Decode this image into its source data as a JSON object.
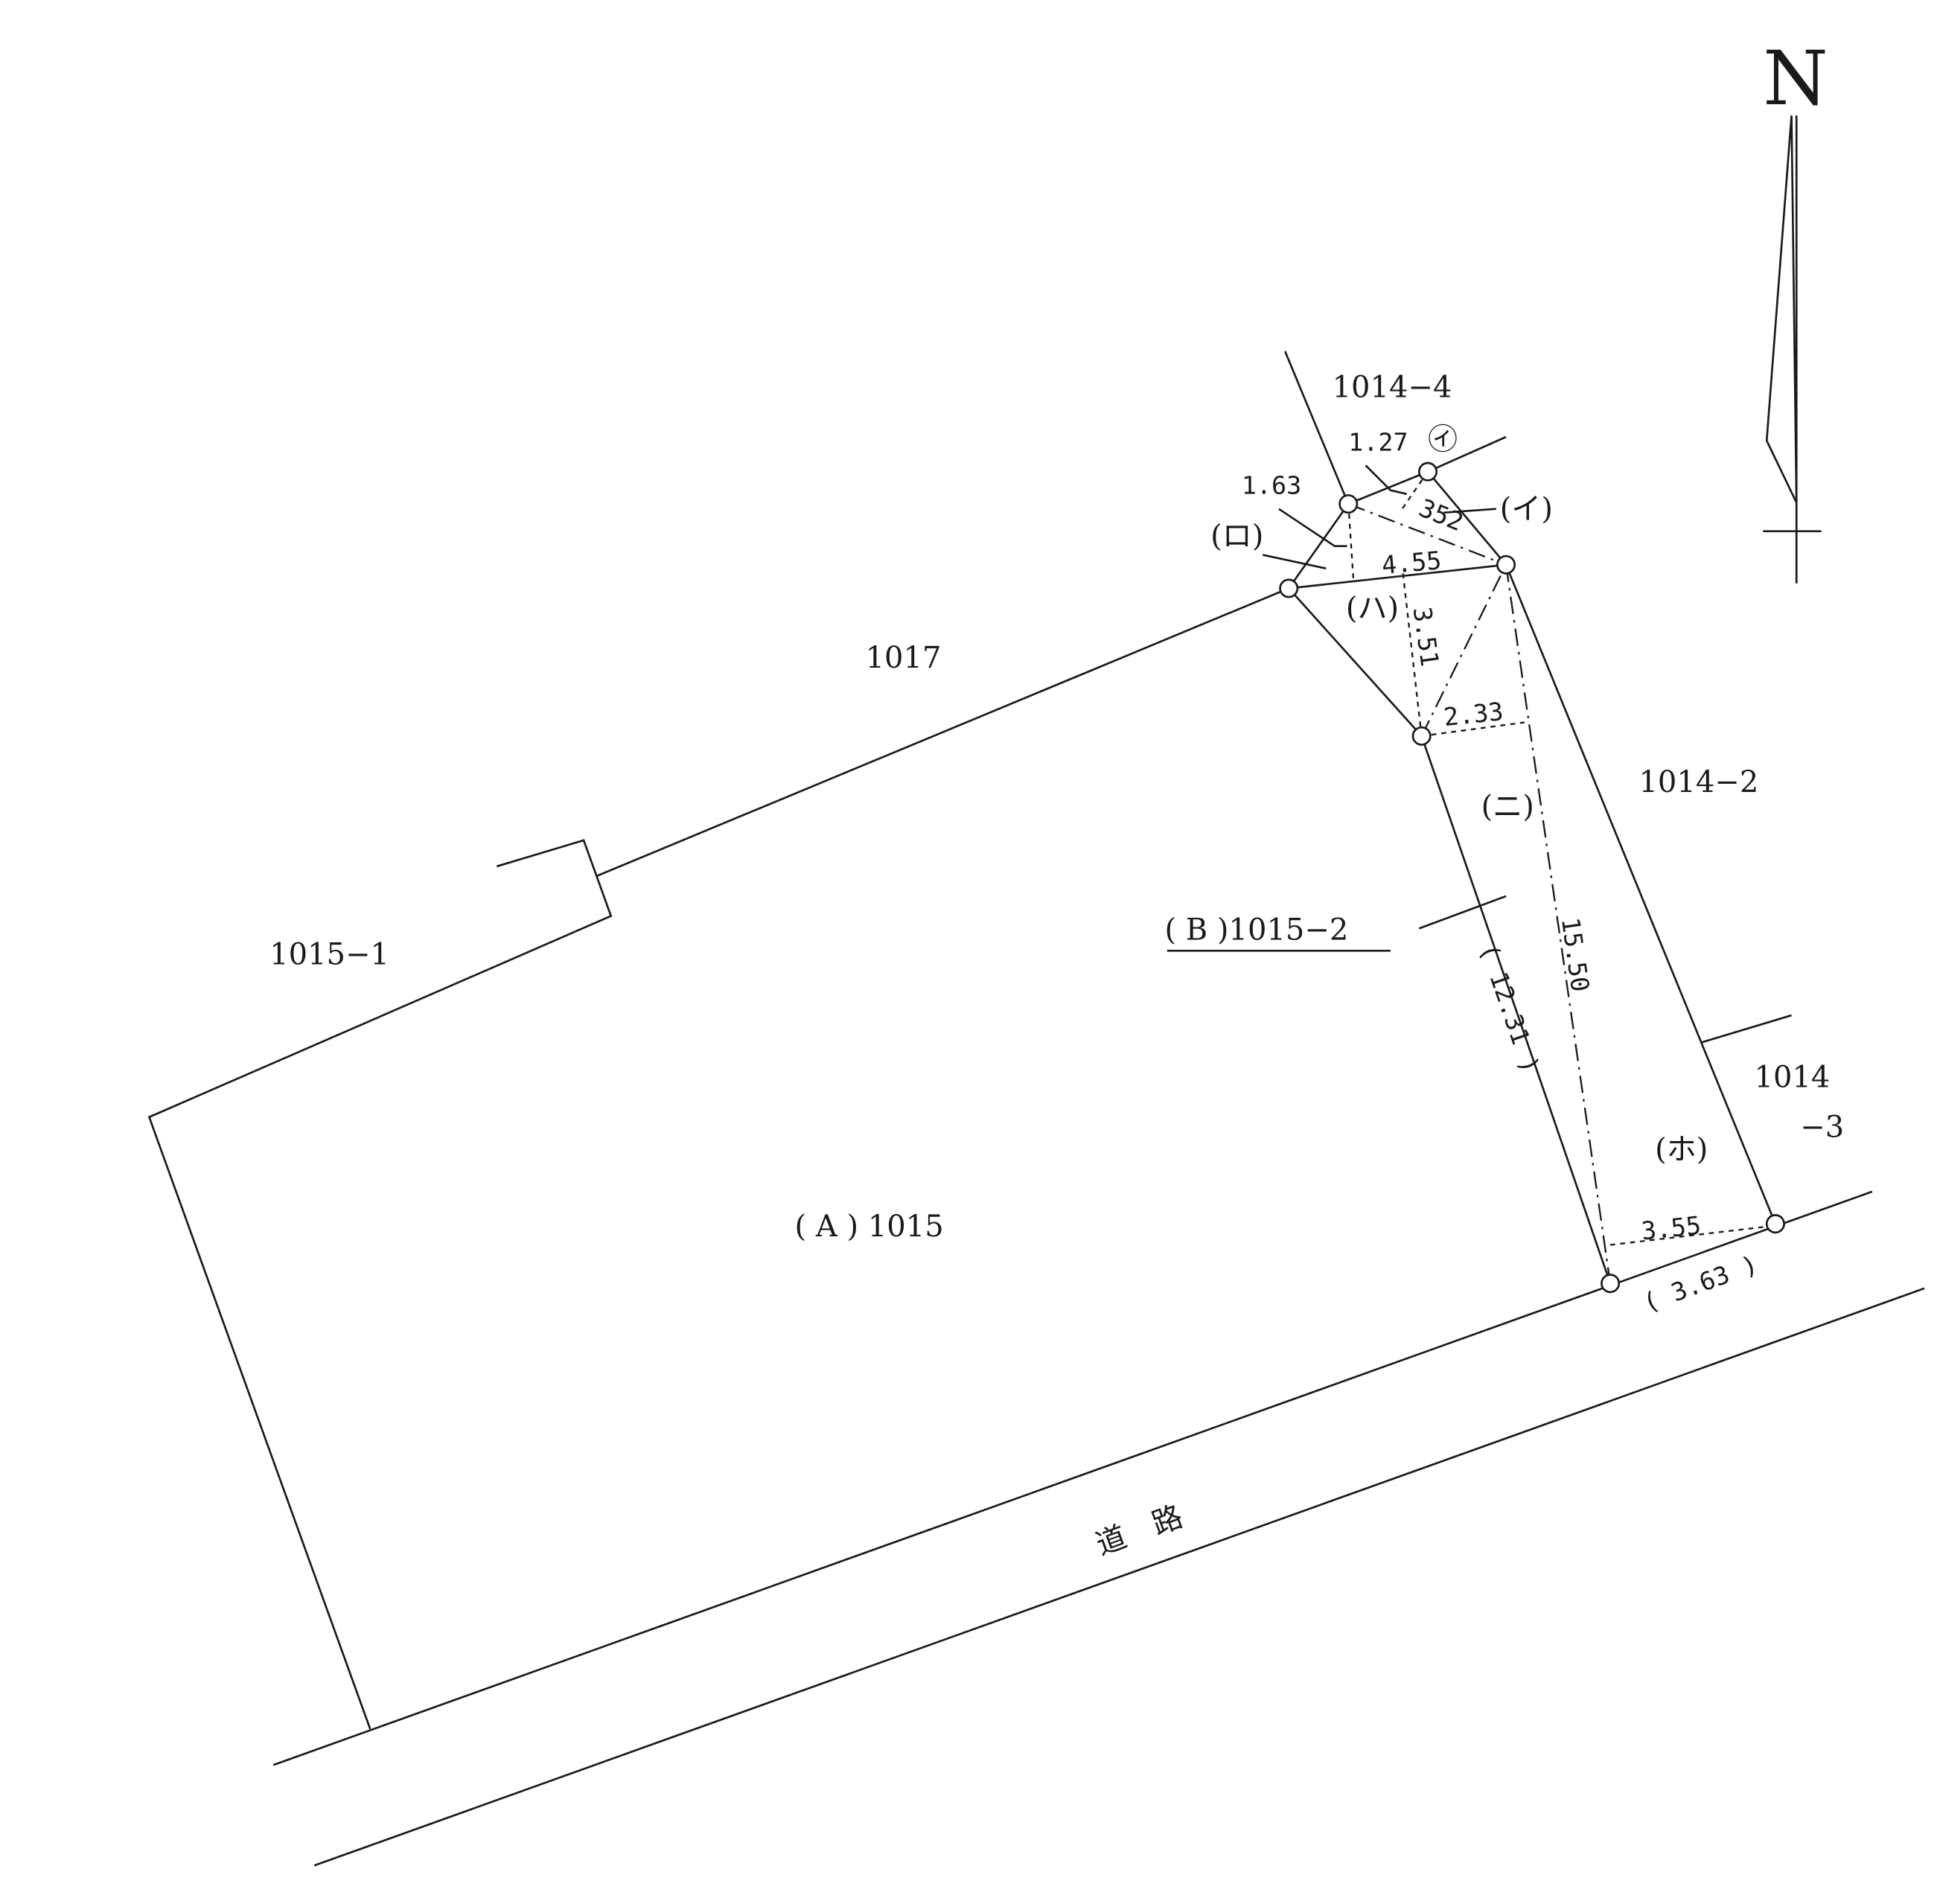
{
  "parcels": {
    "p1014_4": "1014−4",
    "p1017": "1017",
    "p1015_1": "1015−1",
    "p1014_2": "1014−2",
    "p1014_3a": "1014",
    "p1014_3b": "−3",
    "parcelA": "( A ) 1015",
    "parcelB": "( B )1015−2",
    "road": "道　路"
  },
  "region_labels": {
    "i_circled": "㋑",
    "i": "(イ)",
    "ro": "(ロ)",
    "ha": "(ハ)",
    "ni": "(ニ)",
    "ho": "(ホ)"
  },
  "dimensions": {
    "d1_27": "1.27",
    "d1_63": "1.63",
    "d3_52": "352",
    "d4_55": "4.55",
    "d3_51": "3.51",
    "d2_33": "2.33",
    "d15_50": "15.50",
    "d12_31": "( 12.31 )",
    "d3_55": "3.55",
    "d3_63": "( 3.63 )"
  },
  "north": "N"
}
